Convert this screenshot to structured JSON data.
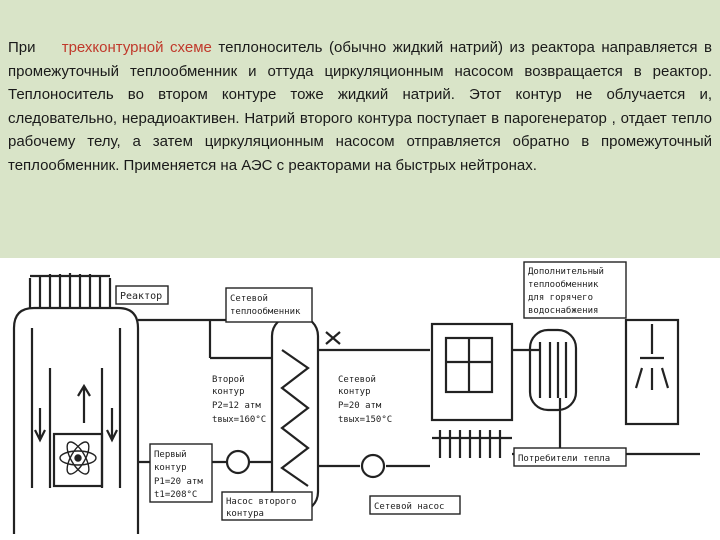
{
  "text": {
    "p_start": "При",
    "p_highlight": "трехконтурной схеме",
    "p_rest": " теплоноситель (обычно жидкий натрий) из реактора направляется в промежуточный теплообменник и оттуда циркуляционным насосом возвращается в реактор. Теплоноситель во втором контуре тоже жидкий натрий. Этот контур не облучается и, следовательно, нерадиоактивен. Натрий второго контура поступает в парогенератор , отдает тепло рабочему телу, а затем циркуляционным насосом отправляется обратно в промежуточный теплообменник. Применяется на АЭС с реакторами на быстрых нейтронах.",
    "highlight_color": "#c0392b"
  },
  "diagram": {
    "reactor": "Реактор",
    "heat_exchanger": [
      "Сетевой",
      "теплообменник"
    ],
    "second_circuit": [
      "Второй",
      "контур",
      "P2=12 атм",
      "tвых=160°C"
    ],
    "network_circuit": [
      "Сетевой",
      "контур",
      "P=20 атм",
      "tвых=150°C"
    ],
    "first_circuit": [
      "Первый",
      "контур",
      "P1=20 атм",
      "t1=208°C"
    ],
    "pump_second": [
      "Насос второго",
      "контура"
    ],
    "network_pump": "Сетевой насос",
    "additional_hx": [
      "Дополнительный",
      "теплообменник",
      "для горячего",
      "водоснабжения"
    ],
    "heat_consumers": "Потребители тепла"
  }
}
